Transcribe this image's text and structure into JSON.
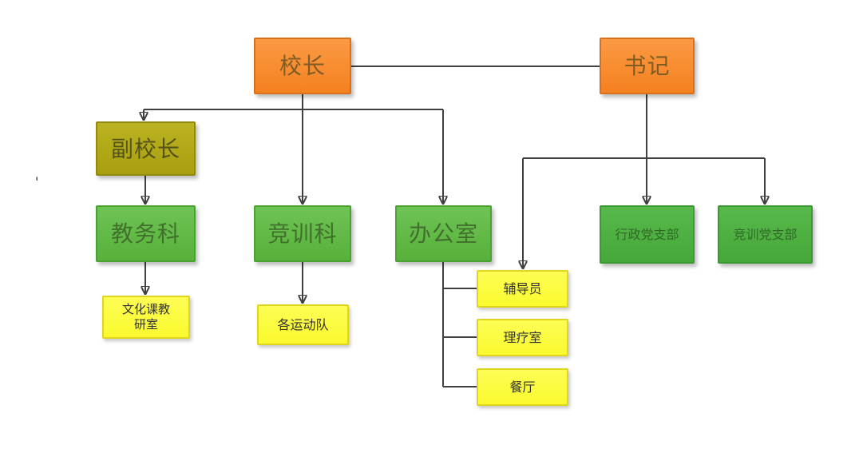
{
  "diagram": {
    "type": "org-chart",
    "nodes": {
      "principal": {
        "label": "校长",
        "fill": "#f58120"
      },
      "secretary": {
        "label": "书记",
        "fill": "#f58120"
      },
      "vice_principal": {
        "label": "副校长",
        "fill": "#aea512"
      },
      "academic_dept": {
        "label": "教务科",
        "fill": "#5cb43f"
      },
      "training_dept": {
        "label": "竞训科",
        "fill": "#5cb43f"
      },
      "office": {
        "label": "办公室",
        "fill": "#5cb43f"
      },
      "admin_party_branch": {
        "label": "行政党支部",
        "fill": "#4bac3e"
      },
      "training_party_branch": {
        "label": "竞训党支部",
        "fill": "#4bac3e"
      },
      "culture_research_office": {
        "label": "文化课教研室",
        "fill": "#fafa3a"
      },
      "sports_teams": {
        "label": "各运动队",
        "fill": "#fafa3a"
      },
      "counselor": {
        "label": "辅导员",
        "fill": "#fafa3a"
      },
      "physiotherapy_room": {
        "label": "理疗室",
        "fill": "#fafa3a"
      },
      "dining_hall": {
        "label": "餐厅",
        "fill": "#fafa3a"
      }
    },
    "edges": [
      {
        "from": "principal",
        "to": "secretary",
        "arrow": false
      },
      {
        "from": "principal",
        "to": "vice_principal",
        "arrow": true
      },
      {
        "from": "principal",
        "to": "training_dept",
        "arrow": true
      },
      {
        "from": "principal",
        "to": "office",
        "arrow": true
      },
      {
        "from": "vice_principal",
        "to": "academic_dept",
        "arrow": true
      },
      {
        "from": "academic_dept",
        "to": "culture_research_office",
        "arrow": true
      },
      {
        "from": "training_dept",
        "to": "sports_teams",
        "arrow": true
      },
      {
        "from": "secretary",
        "to": "admin_party_branch",
        "arrow": true
      },
      {
        "from": "secretary",
        "to": "training_party_branch",
        "arrow": true
      },
      {
        "from": "secretary",
        "to": "counselor",
        "arrow": true
      },
      {
        "from": "office",
        "to": "counselor",
        "arrow": false
      },
      {
        "from": "office",
        "to": "physiotherapy_room",
        "arrow": false
      },
      {
        "from": "office",
        "to": "dining_hall",
        "arrow": false
      }
    ],
    "stray_mark": "'"
  },
  "palette": {
    "background": "#ffffff",
    "connector_line": "#404040",
    "orange_fill": "#f58120",
    "orange_border": "#d8701c",
    "olive_fill": "#aea512",
    "olive_border": "#8f8a12",
    "green_fill": "#5cb43f",
    "green_border": "#4aa233",
    "dark_green_fill": "#4bac3e",
    "dark_green_border": "#3b9a31",
    "yellow_fill": "#fafa3a",
    "yellow_border": "#dfd51d"
  }
}
